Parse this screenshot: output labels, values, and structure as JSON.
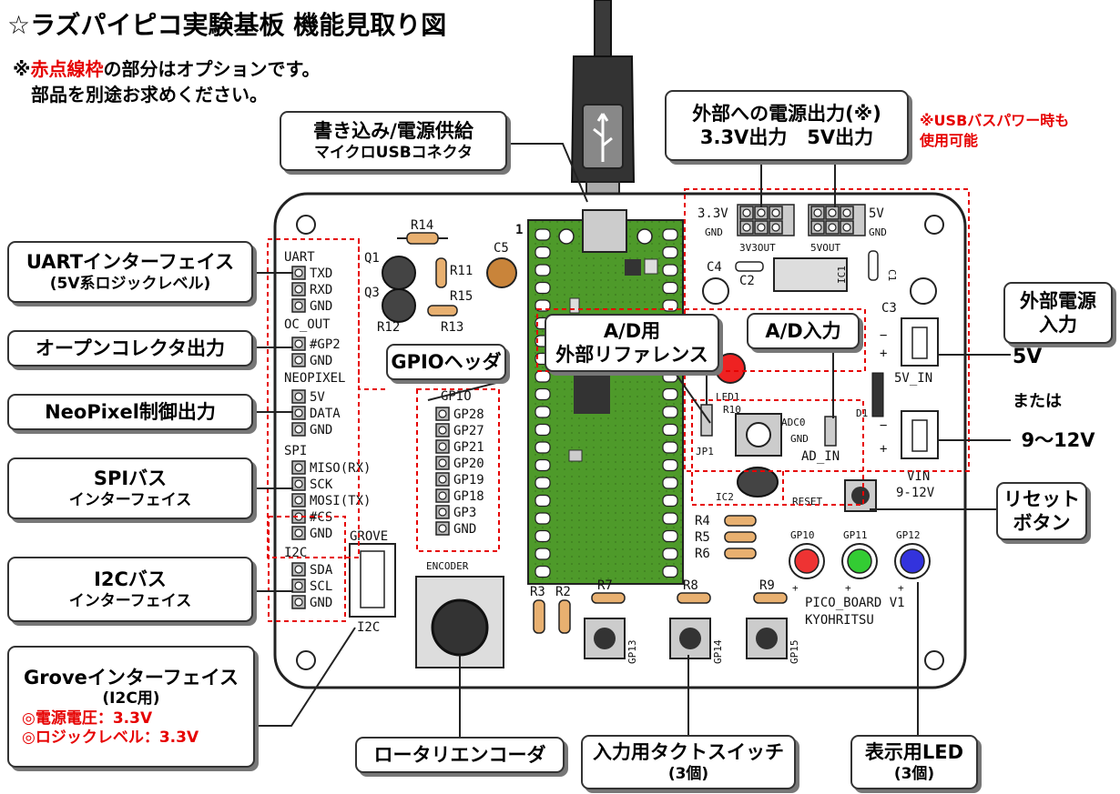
{
  "title": "☆ラズパイピコ実験基板 機能見取り図",
  "note": {
    "prefix": "※",
    "red": "赤点線枠",
    "suffix": "の部分はオプションです。",
    "line2": "部品を別途お求めください。"
  },
  "callouts": {
    "write_power": {
      "line1": "書き込み/電源供給",
      "line2": "マイクロUSBコネクタ"
    },
    "ext_power_out": {
      "line1": "外部への電源出力(※)",
      "line2a": "3.3V出力",
      "line2b": "5V出力"
    },
    "usb_note": {
      "line1": "※USBバスパワー時も",
      "line2": "使用可能"
    },
    "uart": {
      "line1": "UARTインターフェイス",
      "line2": "(5V系ロジックレベル)"
    },
    "open_collector": {
      "line1": "オープンコレクタ出力"
    },
    "neopixel": {
      "line1": "NeoPixel制御出力"
    },
    "spi": {
      "line1": "SPIバス",
      "line2": "インターフェイス"
    },
    "i2c": {
      "line1": "I2Cバス",
      "line2": "インターフェイス"
    },
    "grove": {
      "line1": "Groveインターフェイス",
      "line2": "(I2C用)",
      "line3": "◎電源電圧：3.3V",
      "line4": "◎ロジックレベル：3.3V"
    },
    "gpio_header": {
      "line1": "GPIOヘッダ"
    },
    "ad_ref": {
      "line1": "A/D用",
      "line2": "外部リファレンス"
    },
    "ad_in": {
      "line1": "A/D入力"
    },
    "ext_power_in": {
      "line1": "外部電源",
      "line2": "入力"
    },
    "v5": "5V",
    "or": "または",
    "v9_12": "9～12V",
    "reset": {
      "line1": "リセット",
      "line2": "ボタン"
    },
    "encoder": {
      "line1": "ロータリエンコーダ"
    },
    "tact": {
      "line1": "入力用タクトスイッチ",
      "line2": "(3個)"
    },
    "led": {
      "line1": "表示用LED",
      "line2": "(3個)"
    }
  },
  "board": {
    "uart": "UART",
    "uart_pins": [
      "TXD",
      "RXD",
      "GND"
    ],
    "oc_out": "OC_OUT",
    "oc_pins": [
      "#GP2",
      "GND"
    ],
    "neopixel": "NEOPIXEL",
    "neo_pins": [
      "5V",
      "DATA",
      "GND"
    ],
    "spi": "SPI",
    "spi_pins": [
      "MISO(RX)",
      "SCK",
      "MOSI(TX)",
      "#CS",
      "GND"
    ],
    "i2c": "I2C",
    "i2c_pins": [
      "SDA",
      "SCL",
      "GND"
    ],
    "grove": "GROVE",
    "grove_i2c": "I2C",
    "gpio": "GPIO",
    "gpio_pins": [
      "GP28",
      "GP27",
      "GP21",
      "GP20",
      "GP19",
      "GP18",
      "GP3",
      "GND"
    ],
    "encoder": "ENCODER",
    "pin1": "1",
    "r14": "R14",
    "r11": "R11",
    "r15": "R15",
    "r12": "R12",
    "r13": "R13",
    "q1": "Q1",
    "q3": "Q3",
    "c5": "C5",
    "r3": "R3",
    "r2": "R2",
    "r7": "R7",
    "r8": "R8",
    "r9": "R9",
    "r4": "R4",
    "r5": "R5",
    "r6": "R6",
    "r10": "R10",
    "gp13": "GP13",
    "gp14": "GP14",
    "gp15": "GP15",
    "gp10": "GP10",
    "gp11": "GP11",
    "gp12": "GP12",
    "pico_board": "PICO_BOARD V1",
    "kyohritsu": "KYOHRITSU",
    "reset": "RESET",
    "v33": "3.3V",
    "gnd_a": "GND",
    "v3out": "3V3OUT",
    "v5": "5V",
    "gnd_b": "GND",
    "v5out": "5VOUT",
    "c4": "C4",
    "c2": "C2",
    "c1": "C1",
    "ic1": "IC1",
    "c3": "C3",
    "v5_in": "5V_IN",
    "vin": "VIN",
    "vin_range": "9-12V",
    "jp1": "JP1",
    "adc0": "ADC0",
    "ad_gnd": "GND",
    "ad_in": "AD_IN",
    "ic2": "IC2",
    "led1": "LED1",
    "d1": "D1",
    "minus": "−",
    "plus": "+"
  }
}
